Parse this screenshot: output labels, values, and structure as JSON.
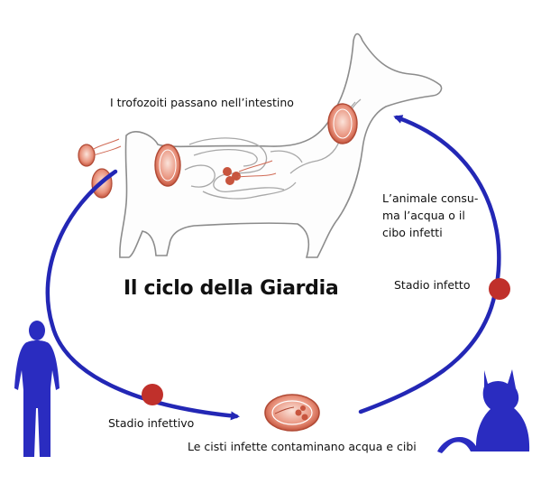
{
  "diagram": {
    "title": "Il ciclo della Giardia",
    "labels": {
      "intestine": "I trofozoiti passano nell’intestino",
      "animal_line1": "L’animale consu-",
      "animal_line2": "ma l’acqua o il",
      "animal_line3": "cibo infetti",
      "infected_stage": "Stadio infetto",
      "infective_stage": "Stadio infettivo",
      "cysts": "Le cisti infette contaminano acqua e cibi"
    },
    "colors": {
      "cycle_arrow": "#2327b5",
      "silhouette": "#2a2cc0",
      "stage_dot": "#c0302b",
      "organism": "#c8553e",
      "organism_fill": "#e9a38f",
      "dog_outline": "#9a9a9a"
    }
  }
}
